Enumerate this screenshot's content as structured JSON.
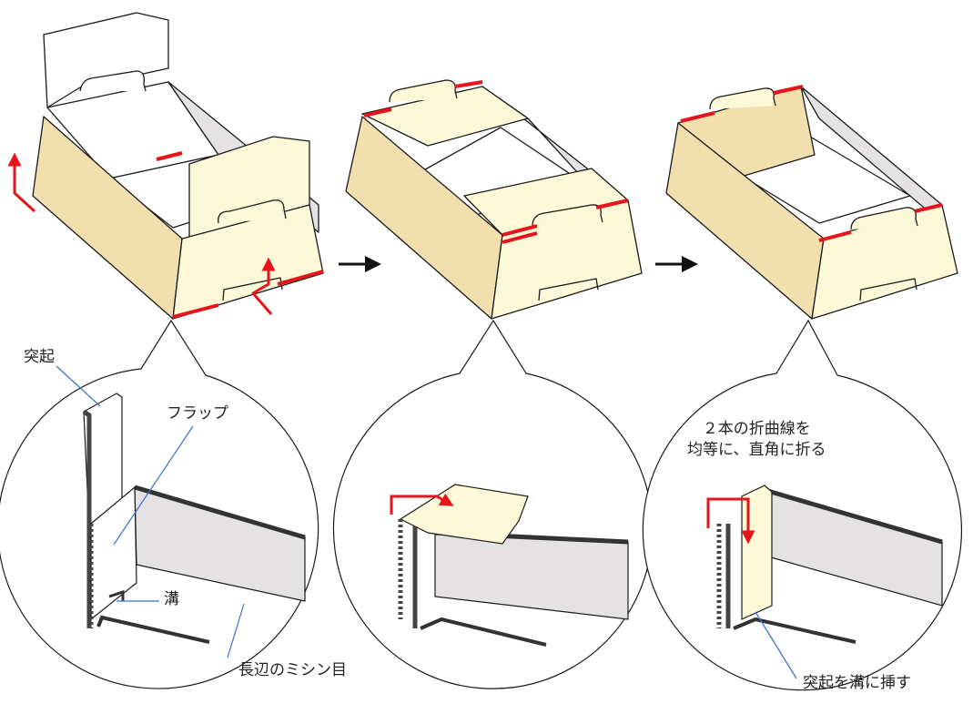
{
  "labels": {
    "protrusion": "突起",
    "flap": "フラップ",
    "groove": "溝",
    "perforation": "長辺のミシン目",
    "fold_instruction_line1": "２本の折曲線を",
    "fold_instruction_line2": "均等に、直角に折る",
    "insert_instruction": "突起を溝に挿す"
  },
  "colors": {
    "side_panel": "#f2dfae",
    "flap_panel": "#fdf8d8",
    "inner_panel": "#ffffff",
    "inner_shade": "#e5e2e3",
    "highlight_red": "#e8141b",
    "outline": "#1a1a1a",
    "leader_line": "#3b6fd4"
  },
  "steps": [
    "step-1",
    "step-2",
    "step-3"
  ],
  "icons": [
    "step-arrow-icon",
    "fold-direction-arrow-icon"
  ]
}
